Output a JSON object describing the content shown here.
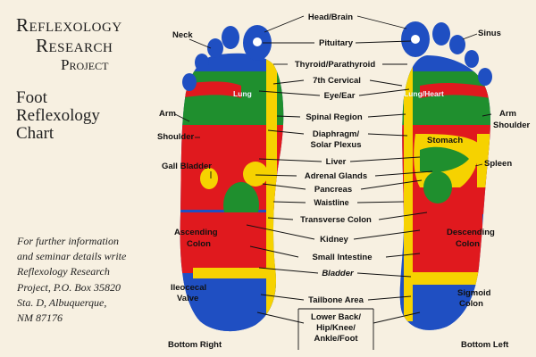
{
  "header": {
    "org_line1": "Reflexology",
    "org_line2": "Research",
    "org_line3": "Project",
    "title_lines": [
      "Foot",
      "Reflexology",
      "Chart"
    ]
  },
  "info_lines": [
    "For further information",
    "and seminar details write",
    "Reflexology Research",
    "Project, P.O. Box 35820",
    "Sta. D, Albuquerque,",
    "NM 87176"
  ],
  "center_labels": {
    "head_brain": "Head/Brain",
    "pituitary": "Pituitary",
    "thyroid": "Thyroid/Parathyroid",
    "cervical": "7th Cervical",
    "eye_ear": "Eye/Ear",
    "spinal": "Spinal Region",
    "diaphragm_1": "Diaphragm/",
    "diaphragm_2": "Solar Plexus",
    "liver": "Liver",
    "adrenal": "Adrenal Glands",
    "pancreas": "Pancreas",
    "waistline": "Waistline",
    "transverse": "Transverse Colon",
    "kidney": "Kidney",
    "small_intestine": "Small Intestine",
    "bladder": "Bladder",
    "tailbone": "Tailbone Area",
    "lower_back_1": "Lower Back/",
    "lower_back_2": "Hip/Knee/",
    "lower_back_3": "Ankle/Foot"
  },
  "right_foot_labels": {
    "neck": "Neck",
    "lung": "Lung",
    "arm": "Arm",
    "shoulder": "Shoulder",
    "gall_bladder": "Gall Bladder",
    "ascending_1": "Ascending",
    "ascending_2": "Colon",
    "ileocecal_1": "Ileocecal",
    "ileocecal_2": "Valve",
    "caption": "Bottom Right"
  },
  "left_foot_labels": {
    "sinus": "Sinus",
    "lung_heart": "Lung/Heart",
    "arm": "Arm",
    "shoulder": "Shoulder",
    "stomach": "Stomach",
    "spleen": "Spleen",
    "descending_1": "Descending",
    "descending_2": "Colon",
    "sigmoid_1": "Sigmoid",
    "sigmoid_2": "Colon",
    "caption": "Bottom Left"
  },
  "colors": {
    "background": "#f7f0e1",
    "blue": "#1f4fc2",
    "green": "#1f8f2e",
    "red": "#e0191e",
    "yellow": "#f6d200",
    "white": "#ffffff"
  }
}
